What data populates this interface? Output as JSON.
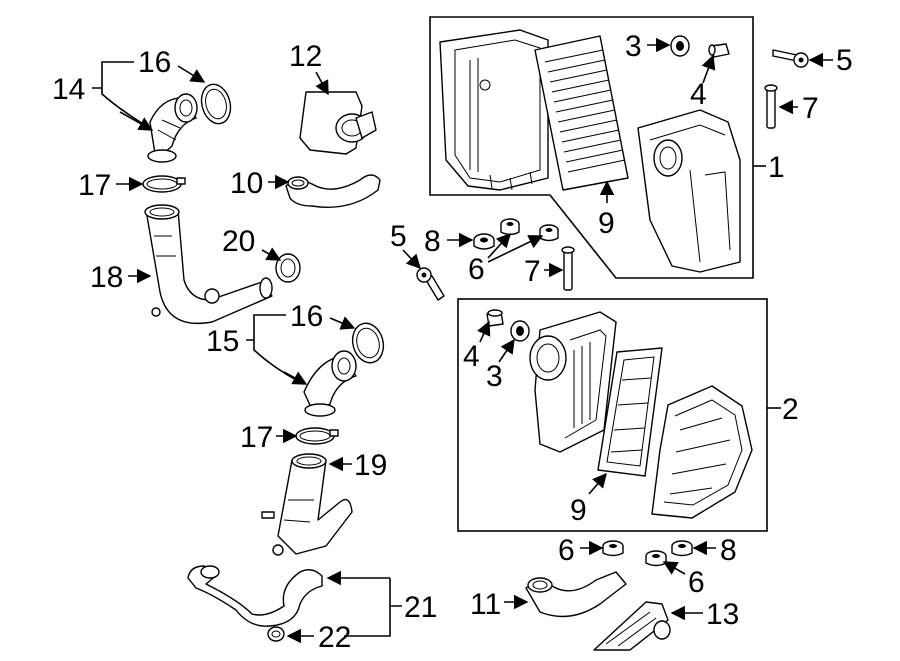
{
  "diagram": {
    "kind": "exploded parts diagram",
    "subject": "air intake / air cleaner assembly",
    "callouts": [
      {
        "id": "c1",
        "label": "1"
      },
      {
        "id": "c2",
        "label": "2"
      },
      {
        "id": "c3a",
        "label": "3"
      },
      {
        "id": "c3b",
        "label": "3"
      },
      {
        "id": "c4a",
        "label": "4"
      },
      {
        "id": "c4b",
        "label": "4"
      },
      {
        "id": "c5a",
        "label": "5"
      },
      {
        "id": "c5b",
        "label": "5"
      },
      {
        "id": "c6a",
        "label": "6"
      },
      {
        "id": "c6b",
        "label": "6"
      },
      {
        "id": "c6c",
        "label": "6"
      },
      {
        "id": "c7a",
        "label": "7"
      },
      {
        "id": "c7b",
        "label": "7"
      },
      {
        "id": "c8a",
        "label": "8"
      },
      {
        "id": "c8b",
        "label": "8"
      },
      {
        "id": "c9a",
        "label": "9"
      },
      {
        "id": "c9b",
        "label": "9"
      },
      {
        "id": "c10",
        "label": "10"
      },
      {
        "id": "c11",
        "label": "11"
      },
      {
        "id": "c12",
        "label": "12"
      },
      {
        "id": "c13",
        "label": "13"
      },
      {
        "id": "c14",
        "label": "14"
      },
      {
        "id": "c15",
        "label": "15"
      },
      {
        "id": "c16a",
        "label": "16"
      },
      {
        "id": "c16b",
        "label": "16"
      },
      {
        "id": "c17a",
        "label": "17"
      },
      {
        "id": "c17b",
        "label": "17"
      },
      {
        "id": "c18",
        "label": "18"
      },
      {
        "id": "c19",
        "label": "19"
      },
      {
        "id": "c20",
        "label": "20"
      },
      {
        "id": "c21",
        "label": "21"
      },
      {
        "id": "c22",
        "label": "22"
      }
    ]
  }
}
